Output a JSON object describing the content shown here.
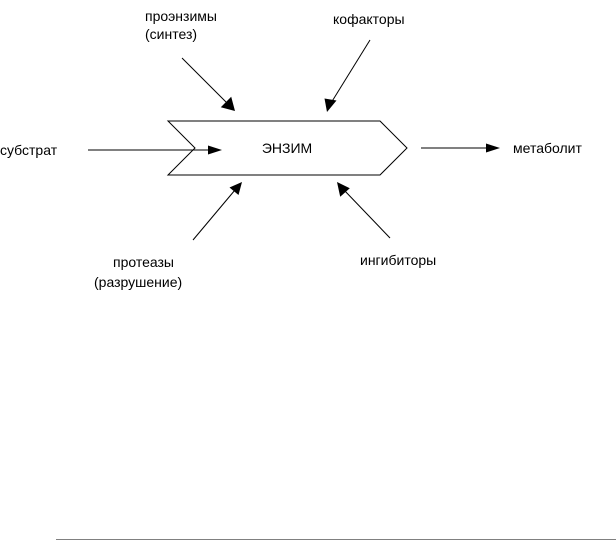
{
  "diagram": {
    "center": "ЭНЗИМ",
    "input": "субстрат",
    "output": "метаболит",
    "top_left": [
      "проэнзимы",
      "(синтез)"
    ],
    "top_right": "кофакторы",
    "bottom_left": [
      "протеазы",
      "(разрушение)"
    ],
    "bottom_right": "ингибиторы"
  }
}
